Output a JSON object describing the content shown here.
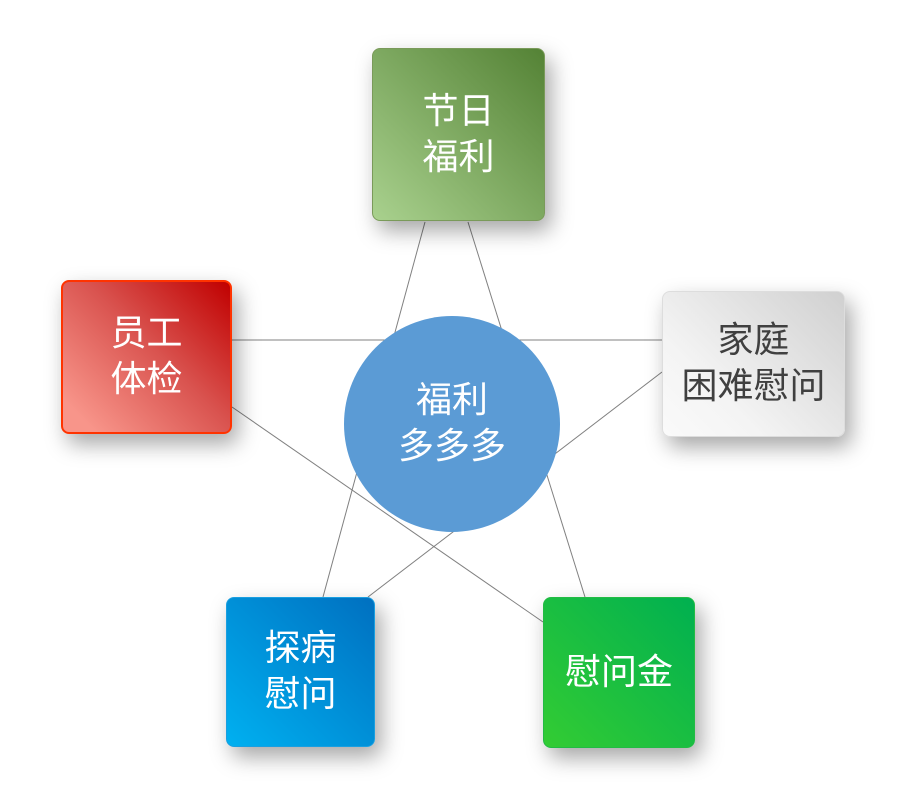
{
  "center": {
    "line1": "福利",
    "line2": "多多多",
    "color": "#5b9bd5"
  },
  "nodes": {
    "holiday": {
      "line1": "节日",
      "line2": "福利"
    },
    "checkup": {
      "line1": "员工",
      "line2": "体检"
    },
    "family": {
      "line1": "家庭",
      "line2": "困难慰问"
    },
    "sick": {
      "line1": "探病",
      "line2": "慰问"
    },
    "money": {
      "line1": "慰问金"
    }
  }
}
